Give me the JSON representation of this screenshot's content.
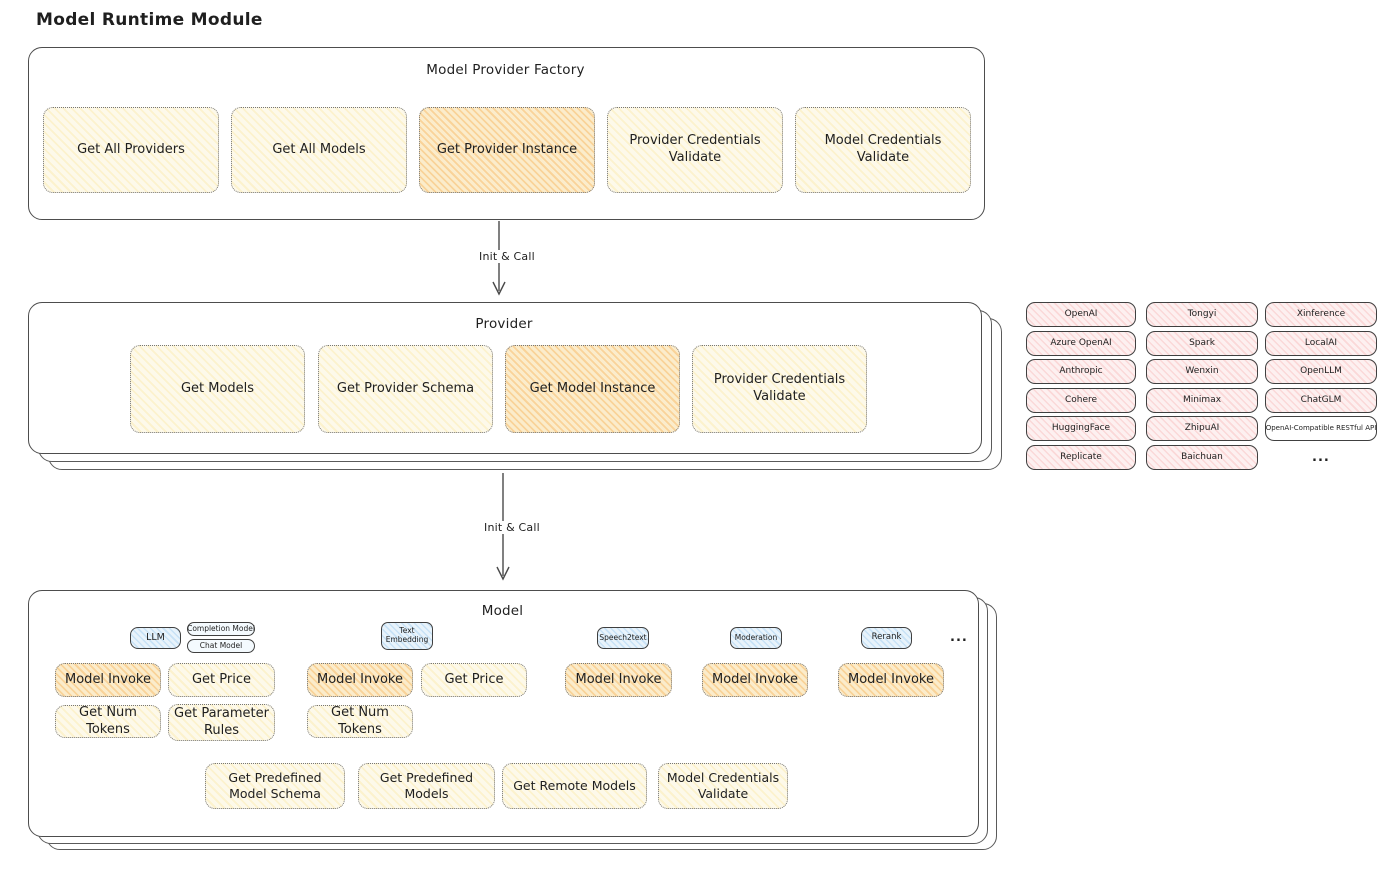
{
  "title": "Model Runtime Module",
  "colors": {
    "node_yellow": "#fdf9ea",
    "node_highlight": "#fbeccb",
    "provider_pink": "#fdf0f0",
    "tag_blue": "#e8f3fb",
    "stroke": "#4d4d4d"
  },
  "arrows": {
    "factory_to_provider_label": "Init & Call",
    "provider_to_model_label": "Init & Call"
  },
  "factory": {
    "title": "Model Provider Factory",
    "boxes": [
      {
        "label": "Get All Providers",
        "highlight": false
      },
      {
        "label": "Get All Models",
        "highlight": false
      },
      {
        "label": "Get Provider Instance",
        "highlight": true
      },
      {
        "label": "Provider Credentials Validate",
        "highlight": false
      },
      {
        "label": "Model Credentials Validate",
        "highlight": false
      }
    ]
  },
  "provider": {
    "title": "Provider",
    "boxes": [
      {
        "label": "Get Models",
        "highlight": false
      },
      {
        "label": "Get Provider Schema",
        "highlight": false
      },
      {
        "label": "Get Model Instance",
        "highlight": true
      },
      {
        "label": "Provider Credentials Validate",
        "highlight": false
      }
    ]
  },
  "providers_grid": {
    "columns": [
      [
        "OpenAI",
        "Azure OpenAI",
        "Anthropic",
        "Cohere",
        "HuggingFace",
        "Replicate"
      ],
      [
        "Tongyi",
        "Spark",
        "Wenxin",
        "Minimax",
        "ZhipuAI",
        "Baichuan"
      ],
      [
        "Xinference",
        "LocalAI",
        "OpenLLM",
        "ChatGLM",
        "OpenAI-Compatible RESTful API"
      ]
    ],
    "ellipsis": "..."
  },
  "model": {
    "title": "Model",
    "tags": {
      "llm": "LLM",
      "completion_model": "Completion Model",
      "chat_model": "Chat Model",
      "text_embedding_line1": "Text",
      "text_embedding_line2": "Embedding",
      "speech2text": "Speech2text",
      "moderation": "Moderation",
      "rerank": "Rerank",
      "ellipsis": "..."
    },
    "llm_functions": [
      "Model Invoke",
      "Get Price",
      "Get Num Tokens",
      "Get Parameter Rules"
    ],
    "text_embedding_functions": [
      "Model Invoke",
      "Get Price",
      "Get Num Tokens"
    ],
    "speech2text_functions": [
      "Model Invoke"
    ],
    "moderation_functions": [
      "Model Invoke"
    ],
    "rerank_functions": [
      "Model Invoke"
    ],
    "common_functions": [
      "Get Predefined Model Schema",
      "Get Predefined Models",
      "Get Remote Models",
      "Model Credentials Validate"
    ]
  }
}
